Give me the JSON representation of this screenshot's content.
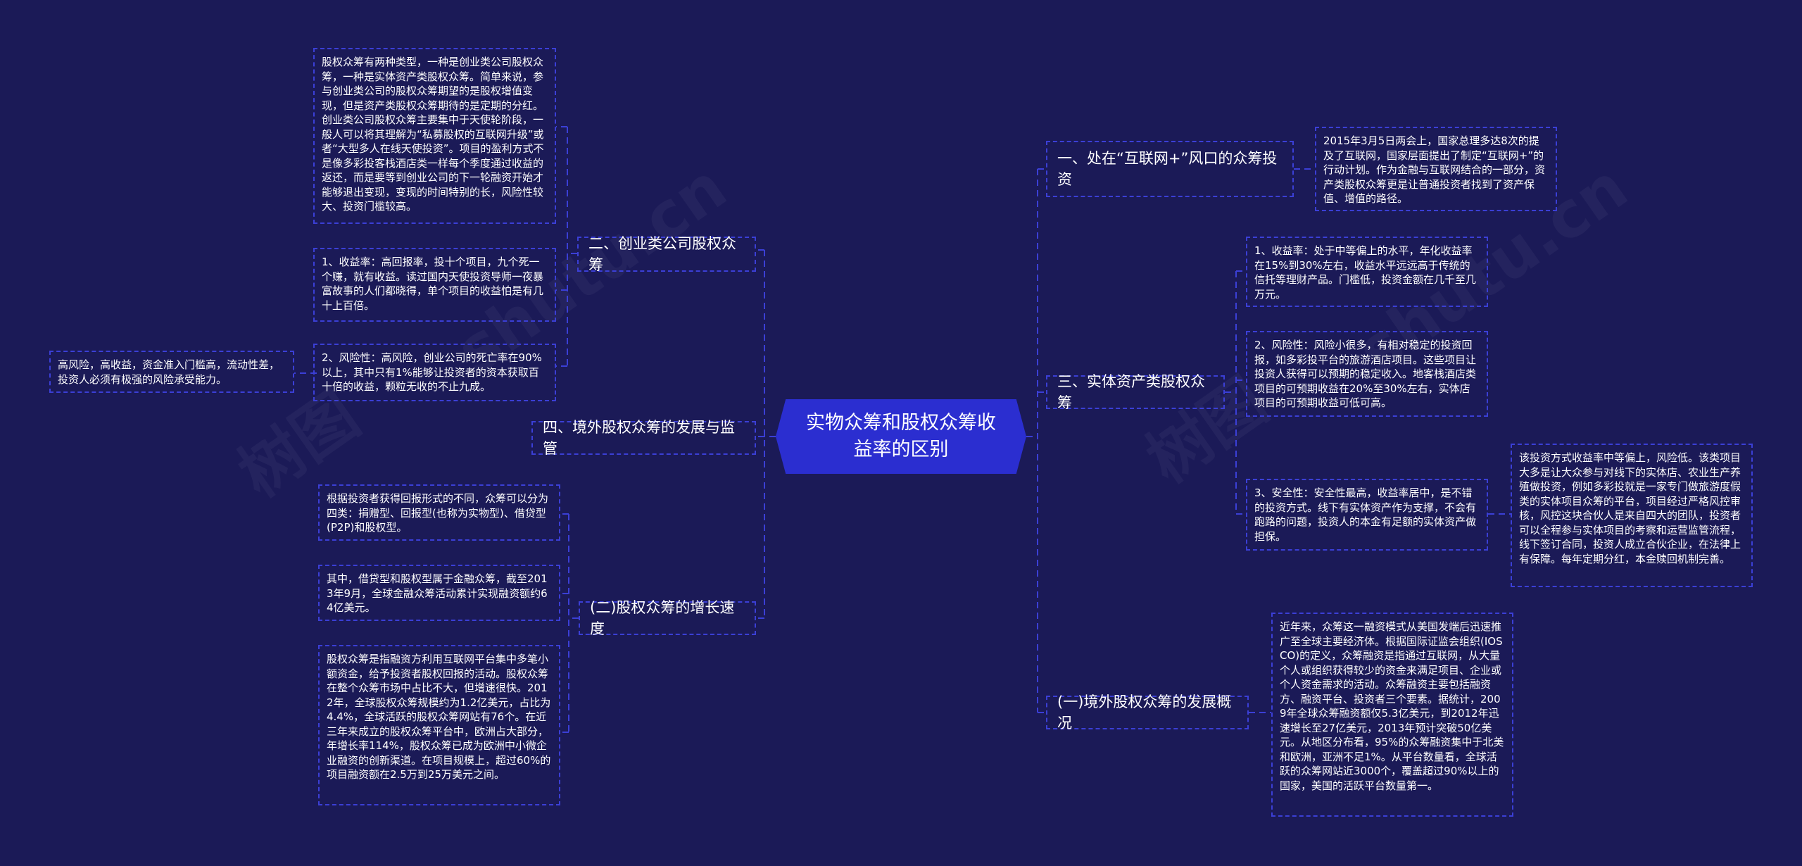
{
  "root": {
    "title": "实物众筹和股权众筹收益率的区别"
  },
  "watermark": {
    "text_a": "树图",
    "text_b": "shutu.cn"
  },
  "colors": {
    "background": "#1b1a57",
    "root_fill": "#2b2ed0",
    "border": "#3b3fd6",
    "text": "#ffffff"
  },
  "left_branches": [
    {
      "title": "二、创业类公司股权众筹",
      "children": [
        {
          "text": "股权众筹有两种类型，一种是创业类公司股权众筹，一种是实体资产类股权众筹。简单来说，参与创业类公司的股权众筹期望的是股权增值变现，但是资产类股权众筹期待的是定期的分红。创业类公司股权众筹主要集中于天使轮阶段，一般人可以将其理解为“私募股权的互联网升级”或者“大型多人在线天使投资”。项目的盈利方式不是像多彩投客栈酒店类一样每个季度通过收益的返还，而是要等到创业公司的下一轮融资开始才能够退出变现，变现的时间特别的长，风险性较大、投资门槛较高。"
        },
        {
          "text": "1、收益率：高回报率，投十个项目，九个死一个赚，就有收益。读过国内天使投资导师一夜暴富故事的人们都晓得，单个项目的收益怕是有几十上百倍。"
        },
        {
          "text": "2、风险性：高风险，创业公司的死亡率在90%以上，其中只有1%能够让投资者的资本获取百十倍的收益，颗粒无收的不止九成。",
          "children": [
            {
              "text": "高风险，高收益，资金准入门槛高，流动性差，投资人必须有极强的风险承受能力。"
            }
          ]
        }
      ]
    },
    {
      "title": "四、境外股权众筹的发展与监管",
      "children": []
    },
    {
      "title": "(二)股权众筹的增长速度",
      "children": [
        {
          "text": "根据投资者获得回报形式的不同，众筹可以分为四类：捐赠型、回报型(也称为实物型)、借贷型(P2P)和股权型。"
        },
        {
          "text": "其中，借贷型和股权型属于金融众筹，截至2013年9月，全球金融众筹活动累计实现融资额约64亿美元。"
        },
        {
          "text": "股权众筹是指融资方利用互联网平台集中多笔小额资金，给予投资者股权回报的活动。股权众筹在整个众筹市场中占比不大，但增速很快。2012年，全球股权众筹规模约为1.2亿美元，占比为4.4%，全球活跃的股权众筹网站有76个。在近三年来成立的股权众筹平台中，欧洲占大部分，年增长率114%，股权众筹已成为欧洲中小微企业融资的创新渠道。在项目规模上，超过60%的项目融资额在2.5万到25万美元之间。"
        }
      ]
    }
  ],
  "right_branches": [
    {
      "title": "一、处在“互联网+”风口的众筹投资",
      "children": [
        {
          "text": "2015年3月5日两会上，国家总理多达8次的提及了互联网，国家层面提出了制定“互联网+”的行动计划。作为金融与互联网结合的一部分，资产类股权众筹更是让普通投资者找到了资产保值、增值的路径。"
        }
      ]
    },
    {
      "title": "三、实体资产类股权众筹",
      "children": [
        {
          "text": "1、收益率：处于中等偏上的水平，年化收益率在15%到30%左右，收益水平远远高于传统的信托等理财产品。门槛低，投资金额在几千至几万元。"
        },
        {
          "text": "2、风险性：风险小很多，有相对稳定的投资回报，如多彩投平台的旅游酒店项目。这些项目让投资人获得可以预期的稳定收入。地客栈酒店类项目的可预期收益在20%至30%左右，实体店项目的可预期收益可低可高。"
        },
        {
          "text": "3、安全性：安全性最高，收益率居中，是不错的投资方式。线下有实体资产作为支撑，不会有跑路的问题，投资人的本金有足额的实体资产做担保。",
          "children": [
            {
              "text": "该投资方式收益率中等偏上，风险低。该类项目大多是让大众参与对线下的实体店、农业生产养殖做投资，例如多彩投就是一家专门做旅游度假类的实体项目众筹的平台，项目经过严格风控审核，风控这块合伙人是来自四大的团队，投资者可以全程参与实体项目的考察和运营监管流程，线下签订合同，投资人成立合伙企业，在法律上有保障。每年定期分红，本金赎回机制完善。"
            }
          ]
        }
      ]
    },
    {
      "title": "(一)境外股权众筹的发展概况",
      "children": [
        {
          "text": "近年来，众筹这一融资模式从美国发端后迅速推广至全球主要经济体。根据国际证监会组织(IOSCO)的定义，众筹融资是指通过互联网，从大量个人或组织获得较少的资金来满足项目、企业或个人资金需求的活动。众筹融资主要包括融资方、融资平台、投资者三个要素。据统计，2009年全球众筹融资额仅5.3亿美元，到2012年迅速增长至27亿美元，2013年预计突破50亿美元。从地区分布看，95%的众筹融资集中于北美和欧洲，亚洲不足1%。从平台数量看，全球活跃的众筹网站近3000个，覆盖超过90%以上的国家，美国的活跃平台数量第一。"
        }
      ]
    }
  ]
}
